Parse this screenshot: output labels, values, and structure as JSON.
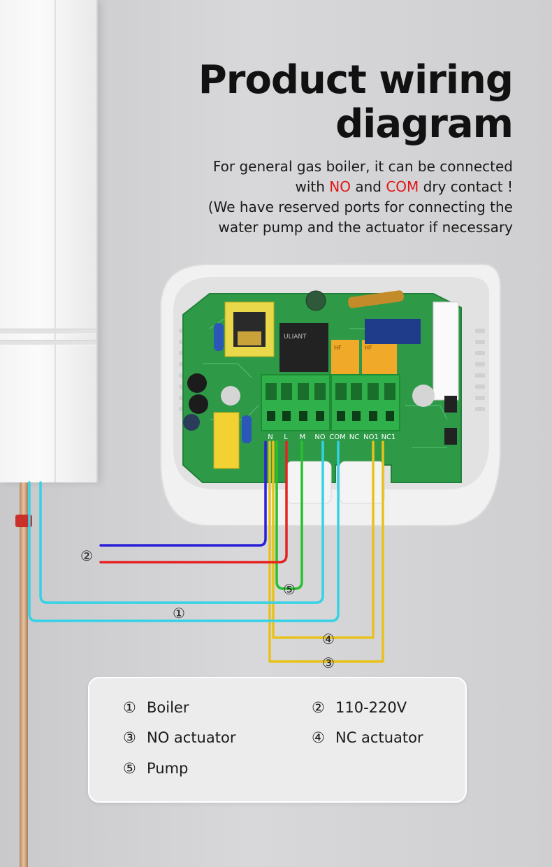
{
  "title_line1": "Product wiring",
  "title_line2": "diagram",
  "subtitle": {
    "line1": "For general gas boiler, it can be connected",
    "line2_pre": "with ",
    "line2_no": "NO",
    "line2_mid": " and ",
    "line2_com": "COM",
    "line2_post": " dry contact !",
    "line3": "(We have reserved ports for connecting the",
    "line4": "water pump and the actuator if necessary"
  },
  "terminals": [
    "N",
    "L",
    "M",
    "NO",
    "COM",
    "NC",
    "NO1",
    "NC1"
  ],
  "pcb_text": {
    "relay_main": "ULIANT",
    "relay_small_1": "HF",
    "relay_small_2": "HF"
  },
  "wire_labels": {
    "w1": "①",
    "w2": "②",
    "w3": "③",
    "w4": "④",
    "w5": "⑤"
  },
  "legend": [
    {
      "num": "①",
      "label": "Boiler"
    },
    {
      "num": "②",
      "label": "110-220V"
    },
    {
      "num": "③",
      "label": "NO actuator"
    },
    {
      "num": "④",
      "label": "NC actuator"
    },
    {
      "num": "⑤",
      "label": "Pump"
    }
  ],
  "colors": {
    "boiler_wire": "#34d2e6",
    "neutral_wire": "#2a1fd6",
    "live_wire": "#e52222",
    "pump_wire": "#28c02c",
    "actuator_wire": "#e8c21a",
    "pcb": "#2e9a48",
    "terminal_block": "#2fb04a",
    "accent_red": "#e01515"
  }
}
